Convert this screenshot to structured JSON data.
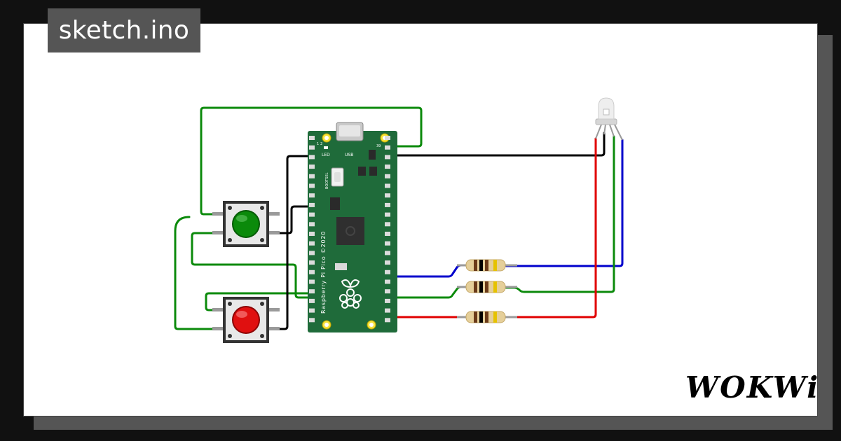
{
  "window": {
    "filename": "sketch.ino"
  },
  "board": {
    "name_label": "Raspberry Pi Pico ©2020",
    "usb_label": "USB",
    "led_label": "LED",
    "bootsel_label": "BOOTSEL",
    "pin_1": "1",
    "pin_2": "2",
    "pin_39": "39",
    "pcb_color": "#1f6b3a"
  },
  "buttons": [
    {
      "color": "green",
      "cap_hex": "#0b8a0b"
    },
    {
      "color": "red",
      "cap_hex": "#e01010"
    }
  ],
  "wires": {
    "green": "#0b8a0b",
    "black": "#000000",
    "red": "#e00000",
    "blue": "#0000cc"
  },
  "brand": {
    "logo": "WOKWi"
  }
}
